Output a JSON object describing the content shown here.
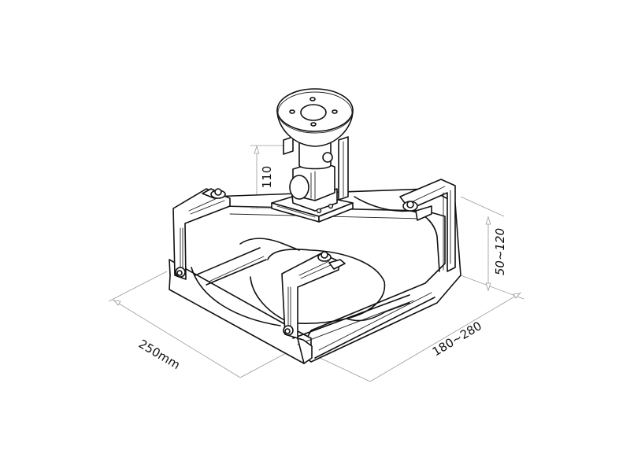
{
  "diagram": {
    "subject": "Projector ceiling mount with adjustable tray",
    "line_color": "#111111",
    "dimension_line_color": "#9a9a9a",
    "dimensions": {
      "height_mount": "110",
      "bracket_height": "50~120",
      "width": "250mm",
      "depth": "180~280"
    }
  }
}
